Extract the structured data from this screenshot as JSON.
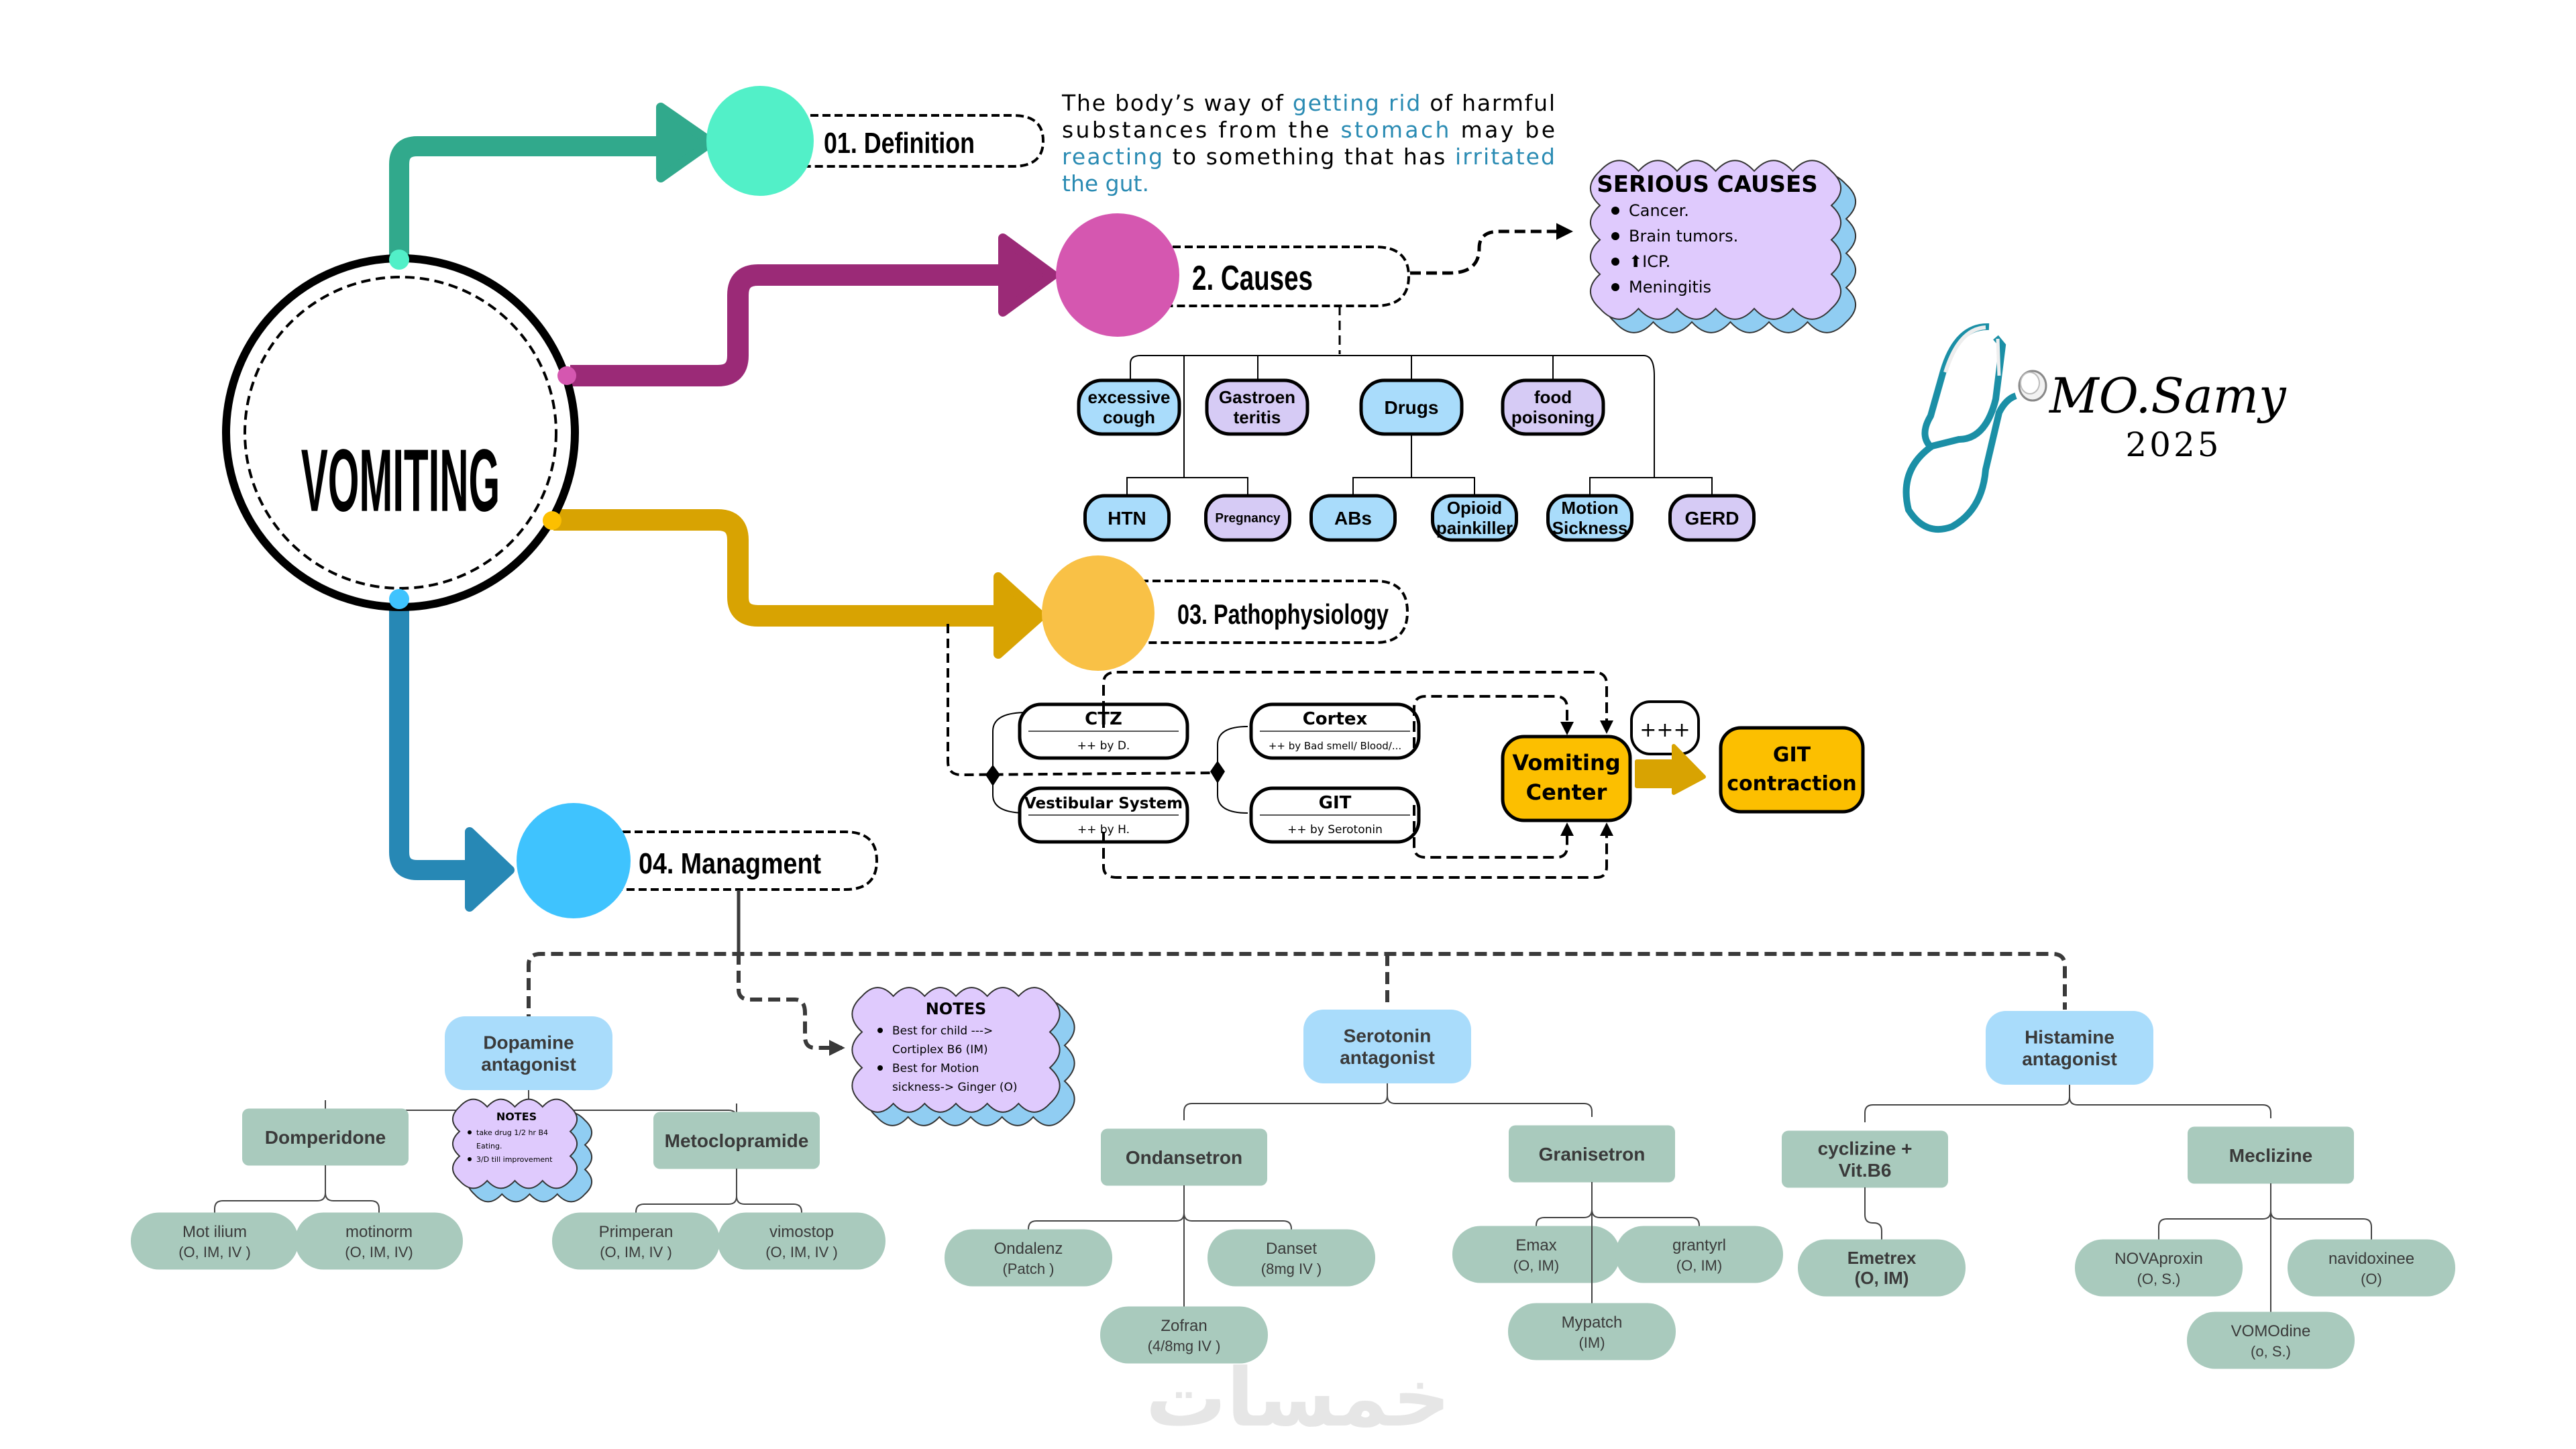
{
  "colors": {
    "definition_arrow": "#31a98c",
    "definition_circle": "#52f0c8",
    "causes_arrow": "#9b2a77",
    "causes_circle": "#d557b0",
    "patho_arrow": "#d8a302",
    "patho_circle": "#f9c146",
    "management_arrow": "#2788b5",
    "management_circle": "#3fc3fe",
    "blue_node": "#a9dcfb",
    "purple_node": "#d6cbf5",
    "cloud_fill": "#dfcafd",
    "cloud_shadow": "#90cdf2",
    "vomiting_center": "#fcbf00",
    "drug_node": "#a9cabd",
    "highlight_text": "#2a8bb3",
    "stethoscope": "#1b8fa6"
  },
  "central": {
    "title": "VOMITING"
  },
  "definition": {
    "label": "01. Definition",
    "text_segments": [
      {
        "text": "The body’s way of ",
        "highlight": false
      },
      {
        "text": "getting rid",
        "highlight": true
      },
      {
        "text": " of harmful substances from the ",
        "highlight": false
      },
      {
        "text": "stomach",
        "highlight": true
      },
      {
        "text": " may be ",
        "highlight": false
      },
      {
        "text": "reacting",
        "highlight": true
      },
      {
        "text": " to something that has ",
        "highlight": false
      },
      {
        "text": "irritated the gut.",
        "highlight": true
      }
    ],
    "lines": [
      [
        {
          "t": "The body’s way of ",
          "h": false
        },
        {
          "t": "getting rid",
          "h": true
        },
        {
          "t": " of harmful",
          "h": false
        }
      ],
      [
        {
          "t": "substances from the ",
          "h": false
        },
        {
          "t": "stomach",
          "h": true
        },
        {
          "t": " may be",
          "h": false
        }
      ],
      [
        {
          "t": "reacting",
          "h": true
        },
        {
          "t": " to something that has ",
          "h": false
        },
        {
          "t": "irritated",
          "h": true
        }
      ],
      [
        {
          "t": "the gut.",
          "h": true
        }
      ]
    ]
  },
  "causes": {
    "label": "2. Causes",
    "serious_causes": {
      "title": "SERIOUS CAUSES",
      "items": [
        "Cancer.",
        "Brain tumors.",
        "⬆ICP.",
        "Meningitis"
      ]
    },
    "top_row": [
      {
        "label": "excessive cough",
        "lines": [
          "excessive",
          "cough"
        ],
        "color": "blue"
      },
      {
        "label": "Gastroenteritis",
        "lines": [
          "Gastroen",
          "teritis"
        ],
        "color": "purple"
      },
      {
        "label": "Drugs",
        "lines": [
          "Drugs"
        ],
        "color": "blue"
      },
      {
        "label": "food poisoning",
        "lines": [
          "food",
          "poisoning"
        ],
        "color": "purple"
      }
    ],
    "bottom_row": [
      {
        "label": "HTN",
        "lines": [
          "HTN"
        ],
        "color": "blue"
      },
      {
        "label": "Pregnancy",
        "lines": [
          "Pregnancy"
        ],
        "color": "purple"
      },
      {
        "label": "ABs",
        "lines": [
          "ABs"
        ],
        "color": "blue"
      },
      {
        "label": "Opioid painkiller",
        "lines": [
          "Opioid",
          "painkiller"
        ],
        "color": "blue"
      },
      {
        "label": "Motion Sickness",
        "lines": [
          "Motion",
          "Sickness"
        ],
        "color": "blue"
      },
      {
        "label": "GERD",
        "lines": [
          "GERD"
        ],
        "color": "purple"
      }
    ]
  },
  "pathophysiology": {
    "label": "03. Pathophysiology",
    "receptors": [
      {
        "name": "CTZ",
        "detail": "++ by D."
      },
      {
        "name": "Vestibular System",
        "detail": "++ by H."
      },
      {
        "name": "Cortex",
        "detail": "++ by Bad smell/ Blood/..."
      },
      {
        "name": "GIT",
        "detail": "++ by Serotonin"
      }
    ],
    "center": {
      "lines": [
        "Vomiting",
        "Center"
      ]
    },
    "intensity": "+++",
    "result": {
      "lines": [
        "GIT",
        "contraction"
      ]
    }
  },
  "management": {
    "label": "04. Managment",
    "notes_main": {
      "title": "NOTES",
      "items": [
        [
          "Best for child --->",
          "Cortiplex B6 (IM)"
        ],
        [
          "Best for Motion",
          "sickness-> Ginger (O)"
        ]
      ]
    },
    "groups": [
      {
        "name": "Dopamine antagonist",
        "lines": [
          "Dopamine",
          "antagonist"
        ],
        "notes": {
          "title": "NOTES",
          "items": [
            [
              "take drug 1/2 hr B4",
              "Eating."
            ],
            [
              "3/D till improvement"
            ]
          ]
        },
        "drugs": [
          {
            "name": "Domperidone",
            "brands": [
              {
                "name": "Mot ilium",
                "route": "(O, IM, IV )"
              },
              {
                "name": "motinorm",
                "route": "(O, IM, IV)"
              }
            ]
          },
          {
            "name": "Metoclopramide",
            "brands": [
              {
                "name": "Primperan",
                "route": "(O, IM, IV )"
              },
              {
                "name": "vimostop",
                "route": "(O, IM, IV )"
              }
            ]
          }
        ]
      },
      {
        "name": "Serotonin antagonist",
        "lines": [
          "Serotonin",
          "antagonist"
        ],
        "drugs": [
          {
            "name": "Ondansetron",
            "brands": [
              {
                "name": "Ondalenz",
                "route": "(Patch )"
              },
              {
                "name": "Danset",
                "route": "(8mg IV )"
              },
              {
                "name": "Zofran",
                "route": "(4/8mg IV )"
              }
            ]
          },
          {
            "name": "Granisetron",
            "brands": [
              {
                "name": "Emax",
                "route": "(O, IM)"
              },
              {
                "name": "grantyrl",
                "route": "(O, IM)"
              },
              {
                "name": "Mypatch",
                "route": "(IM)"
              }
            ]
          }
        ]
      },
      {
        "name": "Histamine antagonist",
        "lines": [
          "Histamine",
          "antagonist"
        ],
        "drugs": [
          {
            "name": "cyclizine + Vit.B6",
            "lines": [
              "cyclizine +",
              "Vit.B6"
            ],
            "brands": [
              {
                "name": "Emetrex",
                "route": "(O, IM)"
              }
            ]
          },
          {
            "name": "Meclizine",
            "brands": [
              {
                "name": "NOVAproxin",
                "route": "(O, S.)"
              },
              {
                "name": "navidoxinee",
                "route": "(O)"
              },
              {
                "name": "VOMOdine",
                "route": "(o, S.)"
              }
            ]
          }
        ]
      }
    ]
  },
  "signature": {
    "name": "MO.Samy",
    "year": "2025"
  },
  "watermark": {
    "text": "خمسات"
  }
}
